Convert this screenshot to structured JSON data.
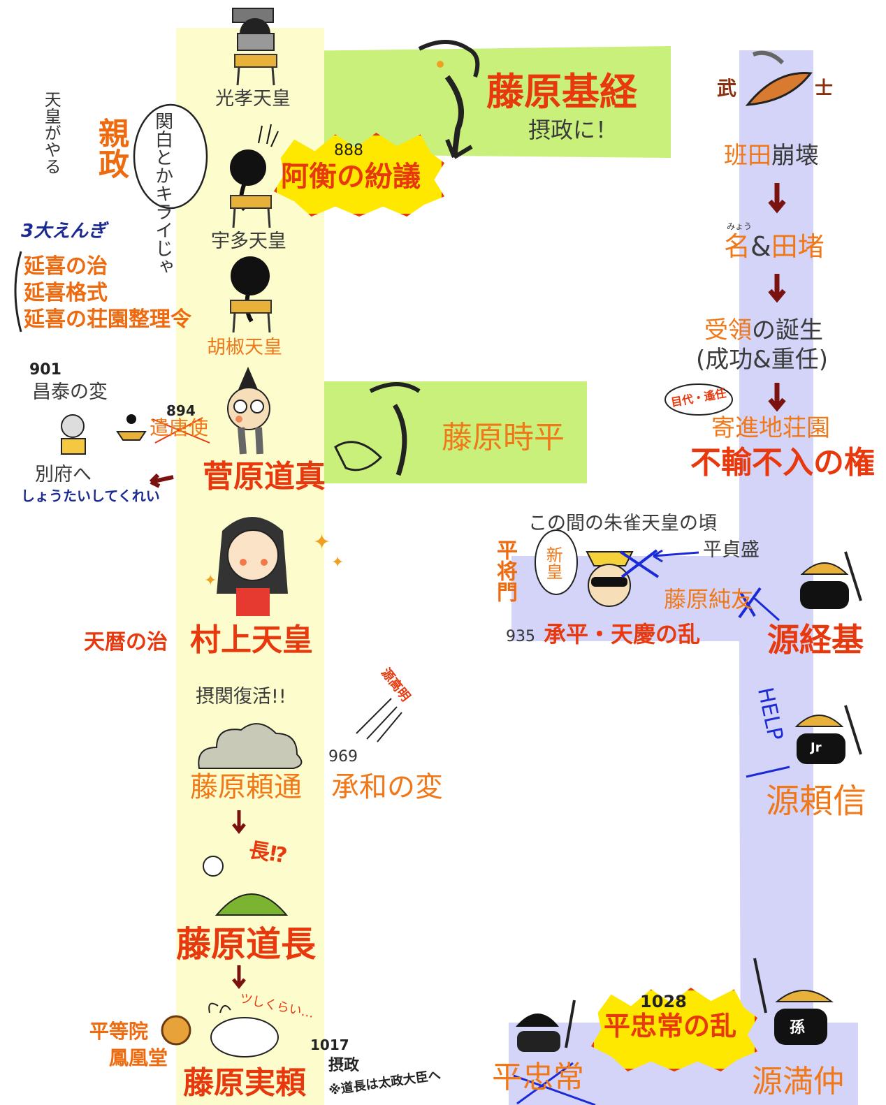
{
  "left_column": {
    "emperor_kouko": "光孝天皇",
    "emperor_uda": "宇多天皇",
    "emperor_daigo": "胡椒天皇",
    "shinsei_note": "天皇がやる",
    "shinsei": "親政",
    "speech_bubble": "関白とかキライじゃ",
    "ako_year": "888",
    "ako_title": "阿衡の紛議",
    "engi_note": "3大えんぎ",
    "engi_items": [
      "延喜の治",
      "延喜格式",
      "延喜の荘園整理令"
    ],
    "year_901": "901",
    "shotai_event": "昌泰の変",
    "year_894": "894",
    "kentoshi": "遣唐使",
    "beppu": "別府へ",
    "shotai_note": "しょうたいしてくれい",
    "sugawara": "菅原道真",
    "tenryaku": "天暦の治",
    "murakami": "村上天皇",
    "sekkan_revival": "摂関復活!!",
    "yorimichi": "藤原頼通",
    "year_969": "969",
    "minamoto_takaakira": "源高明",
    "jowa_event": "承和の変",
    "nagasaki_exclaim": "長⁉",
    "michinaga": "藤原道長",
    "sleepy": "ツしくらい…",
    "byodoin": "平等院",
    "hououdou": "鳳凰堂",
    "year_1017": "1017",
    "sanesuke": "藤原実頼",
    "sessho_note": "摂政",
    "dajo_note": "※道長は太政大臣へ"
  },
  "center": {
    "mototsune": "藤原基経",
    "mototsune_sub": "摂政に！",
    "tokihira": "藤原時平"
  },
  "right_column": {
    "bushi_left": "武",
    "bushi_right": "士",
    "handen": "班田",
    "handen_collapse": "崩壊",
    "myo_ruby": "みょう",
    "myo": "名",
    "amp": "&",
    "tadou": "田堵",
    "zuryo": "受領",
    "zuryo_birth": "の誕生",
    "jougou": "(成功&重任)",
    "mokudai": "目代・遙任",
    "kishin": "寄進地荘園",
    "fuyu": "不輸不入の権",
    "suzaku_note": "この間の朱雀天皇の頃",
    "sadamori": "平貞盛",
    "masakado": "平将門",
    "shinno": "新皇",
    "sumitomo": "藤原純友",
    "year_935": "935",
    "johei_tengyo": "承平・天慶の乱",
    "tsunemoto": "源経基",
    "help": "HELP",
    "jr": "Jr",
    "yorinobu": "源頼信",
    "year_1028": "1028",
    "tadatsune_revolt": "平忠常の乱",
    "tadatsune": "平忠常",
    "mitsunaka": "源満仲",
    "son_badge": "孫"
  },
  "colors": {
    "yellow_band": "#fdfccc",
    "green_band": "#c8f07a",
    "purple_band": "#d3d4f7",
    "orange_text": "#f07818",
    "red_text": "#e8380d",
    "burst_fill": "#ffe800",
    "dark_arrow": "#7a1210"
  }
}
